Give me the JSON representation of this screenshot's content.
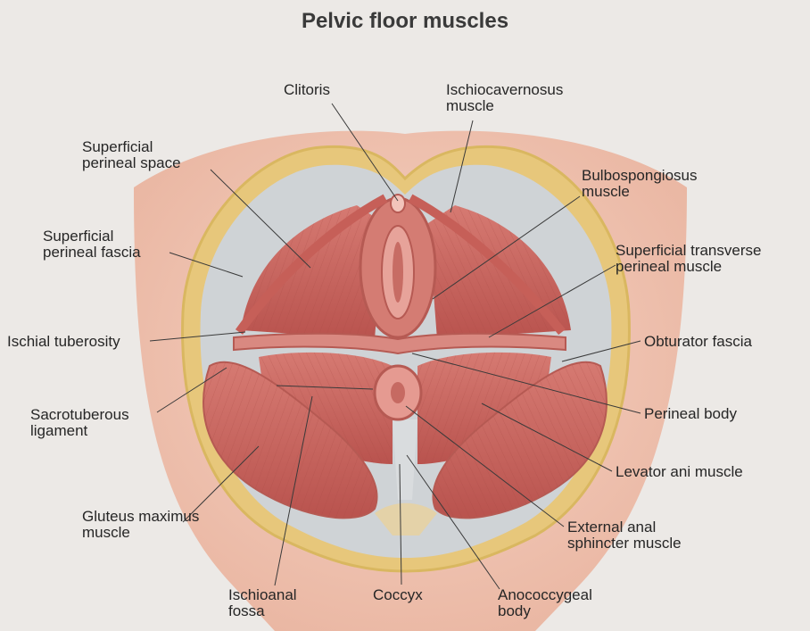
{
  "title": "Pelvic floor muscles",
  "labels": {
    "clitoris": [
      "Clitoris"
    ],
    "ischiocavernosus": [
      "Ischiocavernosus",
      "muscle"
    ],
    "superficial_perineal_space": [
      "Superficial",
      "perineal space"
    ],
    "bulbospongiosus": [
      "Bulbospongiosus",
      "muscle"
    ],
    "superficial_perineal_fascia": [
      "Superficial",
      "perineal fascia"
    ],
    "superficial_transverse": [
      "Superficial transverse",
      "perineal muscle"
    ],
    "ischial_tuberosity": [
      "Ischial tuberosity"
    ],
    "obturator_fascia": [
      "Obturator fascia"
    ],
    "sacrotuberous": [
      "Sacrotuberous",
      "ligament"
    ],
    "perineal_body": [
      "Perineal body"
    ],
    "levator_ani": [
      "Levator ani muscle"
    ],
    "gluteus_maximus": [
      "Gluteus maximus",
      "muscle"
    ],
    "external_anal_sphincter": [
      "External anal",
      "sphincter muscle"
    ],
    "ischioanal_fossa": [
      "Ischioanal",
      "fossa"
    ],
    "coccyx": [
      "Coccyx"
    ],
    "anococcygeal": [
      "Anococcygeal",
      "body"
    ]
  },
  "colors": {
    "background": "#ece9e6",
    "skin": "#f0c9b8",
    "fat": "#e7c77b",
    "muscle": "#c8655f",
    "muscle_light": "#d98981",
    "fascia": "#cfd3d6",
    "leader_line": "#3a3a3a"
  }
}
